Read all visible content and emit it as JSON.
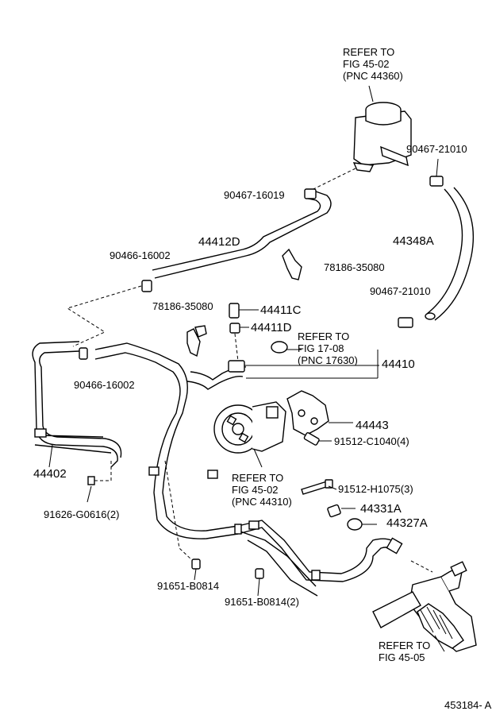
{
  "refs": {
    "reservoir": [
      "REFER TO",
      "FIG   45-02",
      "(PNC 44360)"
    ],
    "pressure_valve": [
      "REFER TO",
      "FIG   17-08",
      "(PNC 17630)"
    ],
    "pump_body": [
      "REFER TO",
      "FIG   45-02",
      "(PNC 44310)"
    ],
    "gear": [
      "REFER TO",
      "FIG   45-05"
    ]
  },
  "labels": {
    "p90467_21010_top": "90467-21010",
    "p90467_16019": "90467-16019",
    "p44348A": "44348A",
    "p44412D": "44412D",
    "p90466_16002_top": "90466-16002",
    "p78186_35080_right": "78186-35080",
    "p90467_21010_mid": "90467-21010",
    "p78186_35080_left": "78186-35080",
    "p44411C": "44411C",
    "p44411D": "44411D",
    "p44410": "44410",
    "p90466_16002_bot": "90466-16002",
    "p44443": "44443",
    "p91512_C1040": "91512-C1040(4)",
    "p44402": "44402",
    "p91512_H1075": "91512-H1075(3)",
    "p44331A": "44331A",
    "p44327A": "44327A",
    "p91626_G0616": "91626-G0616(2)",
    "p91651_B0814": "91651-B0814",
    "p91651_B0814_2": "91651-B0814(2)"
  },
  "footer": {
    "diagram_id": "453184- A"
  }
}
